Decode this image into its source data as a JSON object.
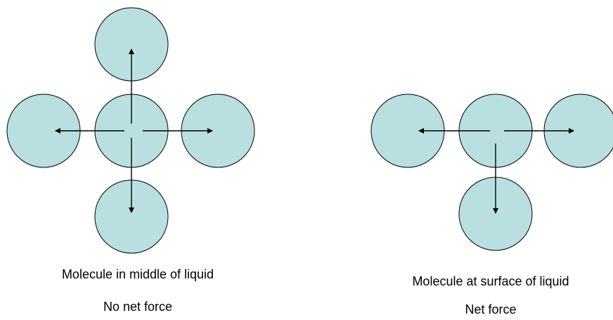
{
  "colors": {
    "molecule_fill": "#b9dfe1",
    "outline": "#000000"
  },
  "left_panel": {
    "caption_line1": "Molecule in middle of liquid",
    "caption_line2": "No net force"
  },
  "right_panel": {
    "caption_line1": "Molecule at surface of liquid",
    "caption_line2": "Net force"
  }
}
